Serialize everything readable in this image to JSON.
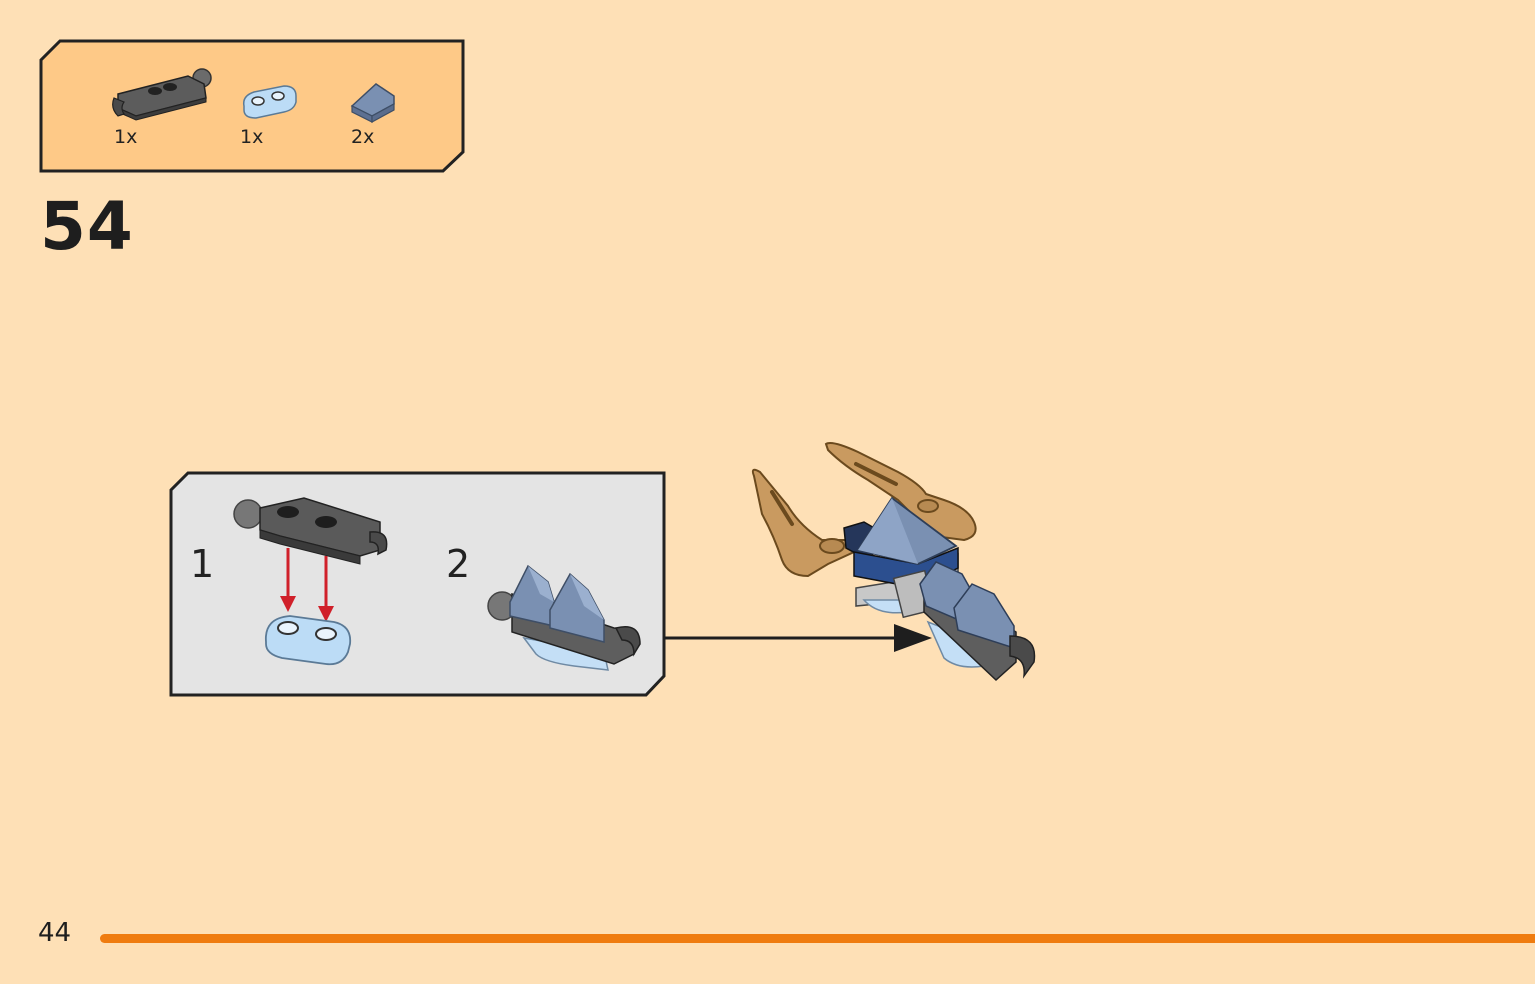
{
  "parts_callout": {
    "items": [
      {
        "part": "dark-grey-plate-with-ball-and-clip",
        "quantity": "1x"
      },
      {
        "part": "light-blue-plate-1x2-rounded",
        "quantity": "1x"
      },
      {
        "part": "sand-blue-slope-brick",
        "quantity": "2x"
      }
    ]
  },
  "step": {
    "number": "54"
  },
  "sub_assembly": {
    "steps": [
      {
        "number": "1"
      },
      {
        "number": "2"
      }
    ]
  },
  "colors": {
    "background": "#fee0b6",
    "callout_fill": "#fec987",
    "sub_assembly_fill": "#e4e4e4",
    "accent_bar": "#ef7c10",
    "arrow_red": "#d0202a"
  },
  "footer": {
    "page_number": "44"
  }
}
